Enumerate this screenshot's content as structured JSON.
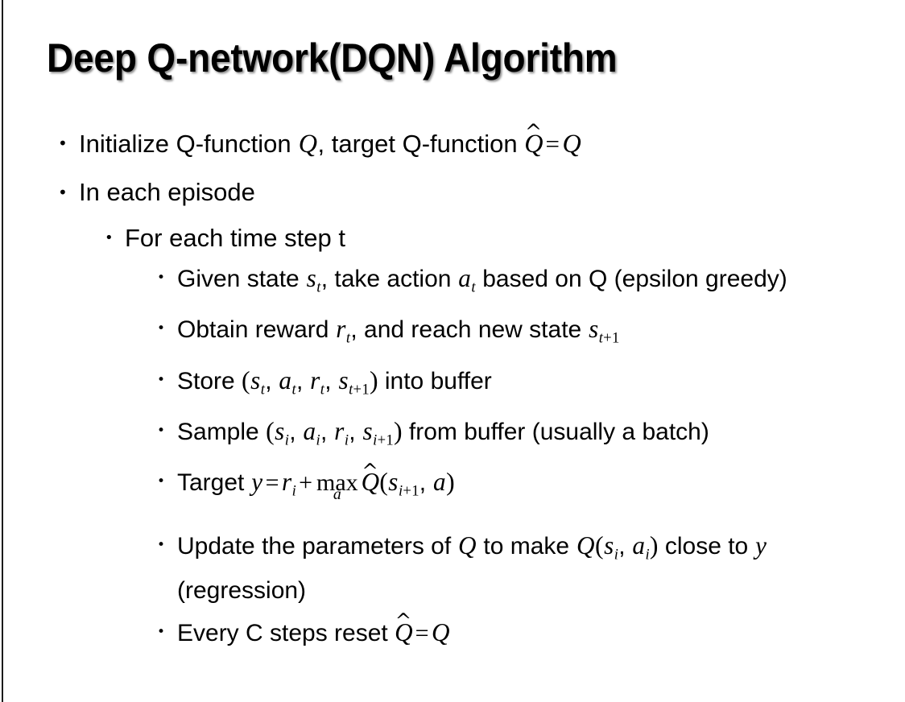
{
  "slide": {
    "title": "Deep Q-network(DQN) Algorithm",
    "background_color": "#ffffff",
    "text_color": "#000000",
    "edge_rule_color": "#1a1a1a"
  },
  "bullets": {
    "b1": {
      "pre": "Initialize Q-function ",
      "q1": "Q",
      "mid": ", target Q-function ",
      "qhat": "Q",
      "hat": "^",
      "eq": "=",
      "q2": "Q"
    },
    "b2": {
      "text": "In each episode"
    },
    "b3": {
      "text": "For each time step t"
    },
    "b4": {
      "pre": "Given state ",
      "s": "s",
      "s_sub": "t",
      "mid": ", take action ",
      "a": "a",
      "a_sub": "t",
      "post": " based on Q (epsilon greedy)"
    },
    "b5": {
      "pre": "Obtain reward ",
      "r": "r",
      "r_sub": "t",
      "mid": ", and reach new state ",
      "s": "s",
      "s_sub_var": "t",
      "s_sub_plus": "+1"
    },
    "b6": {
      "pre": "Store ",
      "open": "(",
      "s": "s",
      "s_sub": "t",
      "c1": ", ",
      "a": "a",
      "a_sub": "t",
      "c2": ", ",
      "r": "r",
      "r_sub": "t",
      "c3": ", ",
      "s2": "s",
      "s2_sub_var": "t",
      "s2_sub_plus": "+1",
      "close": ")",
      "post": " into buffer"
    },
    "b7": {
      "pre": "Sample ",
      "open": "(",
      "s": "s",
      "s_sub": "i",
      "c1": ", ",
      "a": "a",
      "a_sub": "i",
      "c2": ", ",
      "r": "r",
      "r_sub": "i",
      "c3": ", ",
      "s2": "s",
      "s2_sub_var": "i",
      "s2_sub_plus": "+1",
      "close": ")",
      "post": " from buffer (usually a batch)"
    },
    "b8": {
      "pre": "Target ",
      "y": "y",
      "eq": "=",
      "r": "r",
      "r_sub": "i",
      "plus": "+",
      "max": "max",
      "max_sub": "a",
      "qhat": "Q",
      "hat": "^",
      "open": "(",
      "s": "s",
      "s_sub_var": "i",
      "s_sub_plus": "+1",
      "comma": ", ",
      "a": "a",
      "close": ")"
    },
    "b9": {
      "pre": "Update the parameters of ",
      "q1": "Q",
      "mid": " to make ",
      "q2": "Q",
      "open": "(",
      "s": "s",
      "s_sub": "i",
      "comma": ", ",
      "a": "a",
      "a_sub": "i",
      "close": ")",
      "post": " close to ",
      "y": "y",
      "tail": " (regression)"
    },
    "b10": {
      "pre": "Every C steps reset ",
      "qhat": "Q",
      "hat": "^",
      "eq": "=",
      "q": "Q"
    }
  }
}
